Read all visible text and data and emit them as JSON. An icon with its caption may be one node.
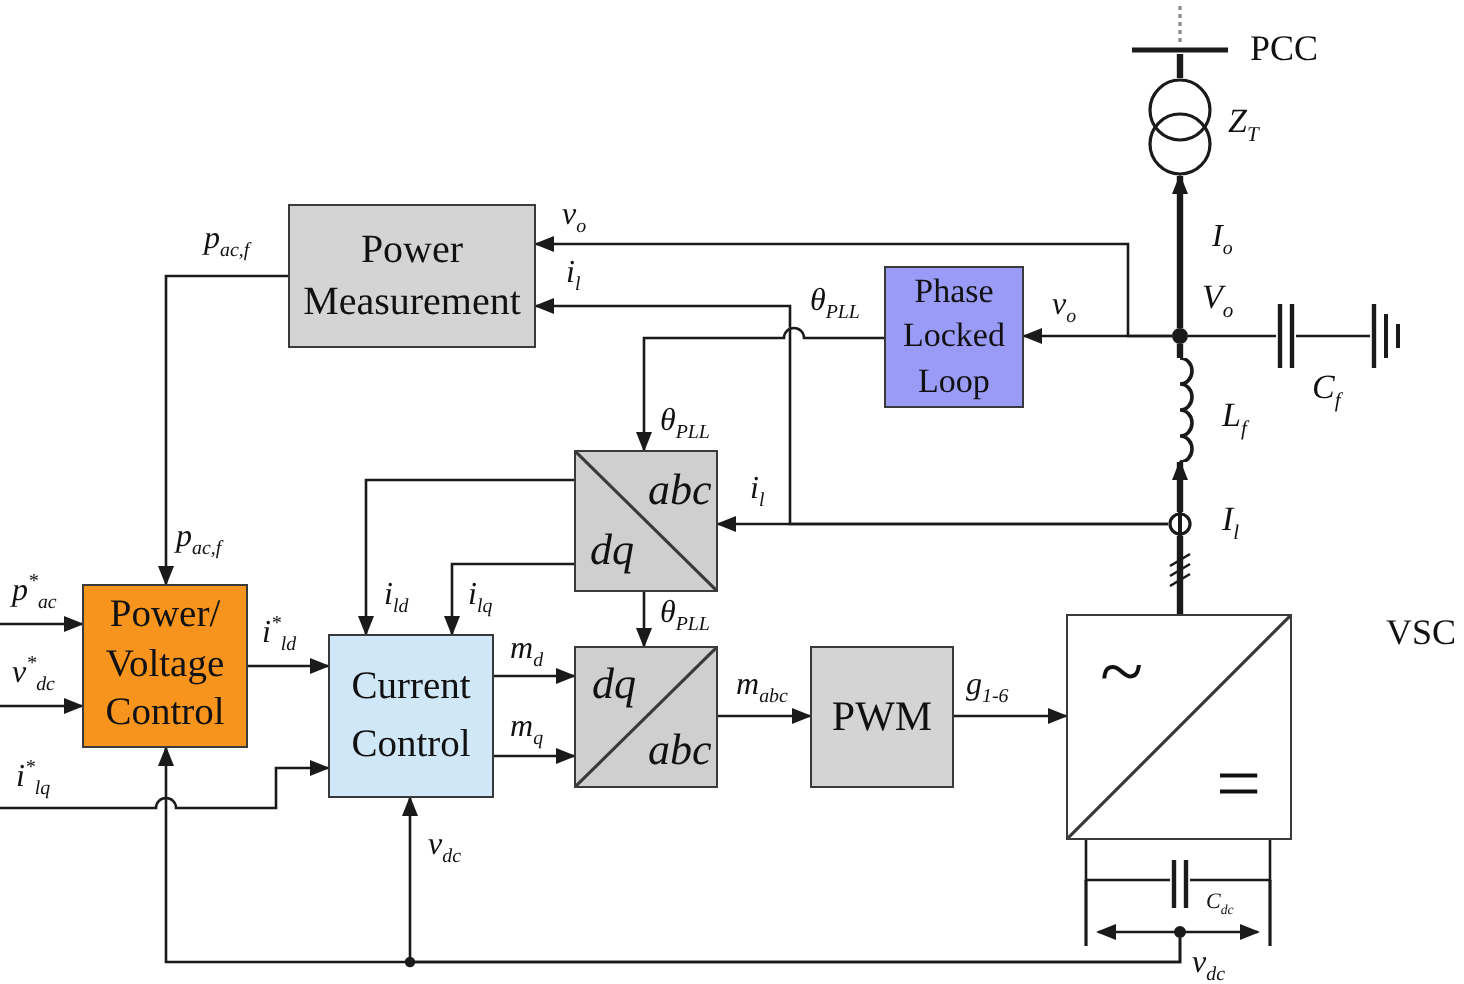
{
  "diagram": {
    "nodes": [
      {
        "text": [],
        "shape": "bar",
        "beside": [
          "PCC"
        ]
      },
      {
        "text": [],
        "shape": "circle",
        "beside": [
          "Z$_{T}$"
        ]
      },
      {
        "text": [
          "Power Measurement"
        ]
      },
      {
        "text": [
          "Phase Locked Loop"
        ]
      },
      {
        "text": [],
        "shape": "circle",
        "beside": [
          "V$_{o}$"
        ]
      },
      {
        "text": [],
        "shape": "capacitor",
        "beside": [
          "C$_{f}$"
        ]
      },
      {
        "text": [],
        "shape": "ground"
      },
      {
        "text": [],
        "shape": "coil",
        "beside": [
          "L$_{f}$"
        ]
      },
      {
        "text": [
          "abc",
          "dq"
        ]
      },
      {
        "text": [],
        "shape": "circle",
        "beside": [
          "I$_{l}$"
        ]
      },
      {
        "text": [
          "Power/ Voltage Control"
        ]
      },
      {
        "text": [
          "~",
          "="
        ],
        "beside": [
          "VSC"
        ]
      },
      {
        "text": [
          "Current Control"
        ]
      },
      {
        "text": [
          "dq",
          "abc"
        ]
      },
      {
        "text": [
          "PWM"
        ]
      },
      {
        "text": [],
        "shape": "capacitor",
        "beside": [
          "C$_{dc}$"
        ]
      },
      {
        "text": [],
        "shape": "circle"
      }
    ],
    "edges": [
      {
        "from": 0,
        "to": 1,
        "arrow": "none",
        "style": "thick"
      },
      {
        "from": 4,
        "to": 1,
        "arrow": "to",
        "label": "I$_{o}$",
        "style": "thick"
      },
      {
        "from": 4,
        "to": 5,
        "arrow": "none"
      },
      {
        "from": 5,
        "to": 6,
        "arrow": "none"
      },
      {
        "from": 4,
        "to": 7,
        "arrow": "none",
        "style": "thick"
      },
      {
        "from": 9,
        "to": 7,
        "arrow": "to",
        "style": "thick"
      },
      {
        "from": 11,
        "to": 9,
        "arrow": "none",
        "style": "thick"
      },
      {
        "from": 11,
        "to": 15,
        "arrow": "none"
      },
      {
        "from": 11,
        "to": 15,
        "arrow": "none"
      },
      {
        "from": 2,
        "to": 10,
        "arrow": "to",
        "label": "p$_{ac,f}$"
      },
      {
        "from": 4,
        "to": 2,
        "arrow": "to",
        "label": "v$_{o}$"
      },
      {
        "from": 9,
        "to": 2,
        "arrow": "to",
        "label": "i$_{l}$"
      },
      {
        "from": 4,
        "to": 3,
        "arrow": "to",
        "label": "v$_{o}$"
      },
      {
        "from": 3,
        "to": 8,
        "arrow": "to",
        "label": "θ$_{PLL}$"
      },
      {
        "from": 9,
        "to": 8,
        "arrow": "to",
        "label": "i$_{l}$"
      },
      {
        "from": 8,
        "to": 13,
        "arrow": "to",
        "label": "θ$_{PLL}$"
      },
      {
        "from": 8,
        "to": 12,
        "arrow": "to",
        "label": "i$_{ld}$"
      },
      {
        "from": 8,
        "to": 12,
        "arrow": "to",
        "label": "i$_{lq}$"
      },
      {
        "from": null,
        "to": 10,
        "arrow": "to",
        "label": "p$^{*}$$_{ac}$"
      },
      {
        "from": null,
        "to": 10,
        "arrow": "to",
        "label": "v$^{*}$$_{dc}$"
      },
      {
        "from": 10,
        "to": 12,
        "arrow": "to",
        "label": "i$^{*}$$_{ld}$"
      },
      {
        "from": null,
        "to": 12,
        "arrow": "to",
        "label": "i$^{*}$$_{lq}$"
      },
      {
        "from": 12,
        "to": 13,
        "arrow": "to",
        "label": "m$_{d}$"
      },
      {
        "from": 12,
        "to": 13,
        "arrow": "to",
        "label": "m$_{q}$"
      },
      {
        "from": 13,
        "to": 14,
        "arrow": "to",
        "label": "m$_{abc}$"
      },
      {
        "from": 14,
        "to": 11,
        "arrow": "to",
        "label": "g$_{1-6}$"
      },
      {
        "from": 16,
        "to": 12,
        "arrow": "to",
        "label": "v$_{dc}$"
      },
      {
        "from": 16,
        "to": 10,
        "arrow": "to"
      }
    ],
    "labels": [
      "θ$_{PLL}$",
      "p$_{ac,f}$",
      "v$_{dc}$"
    ]
  }
}
